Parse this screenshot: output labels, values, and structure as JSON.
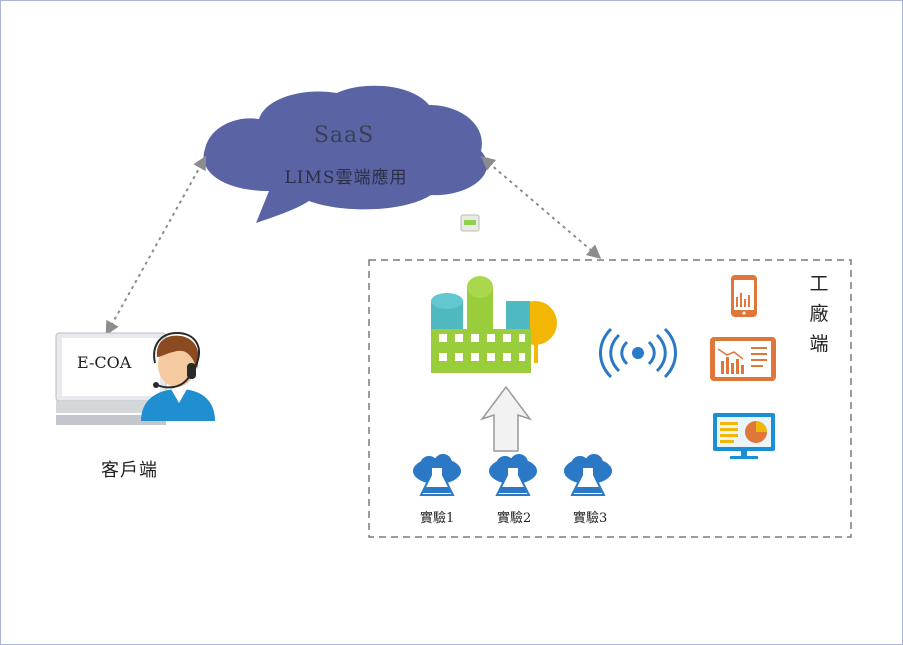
{
  "cloud": {
    "title": "SaaS",
    "subtitle": "LIMS雲端應用",
    "color": "#5a63a4"
  },
  "client": {
    "screen_text": "E-COA",
    "label": "客戶端"
  },
  "factory": {
    "label": "工\n廠\n端"
  },
  "experiments": [
    {
      "label": "實驗1"
    },
    {
      "label": "實驗2"
    },
    {
      "label": "實驗3"
    }
  ],
  "colors": {
    "accent_blue": "#2a78c6",
    "factory_green": "#9acd3c",
    "factory_teal": "#4fb8c0",
    "factory_yellow": "#f2b705",
    "device_orange": "#e0773a"
  }
}
